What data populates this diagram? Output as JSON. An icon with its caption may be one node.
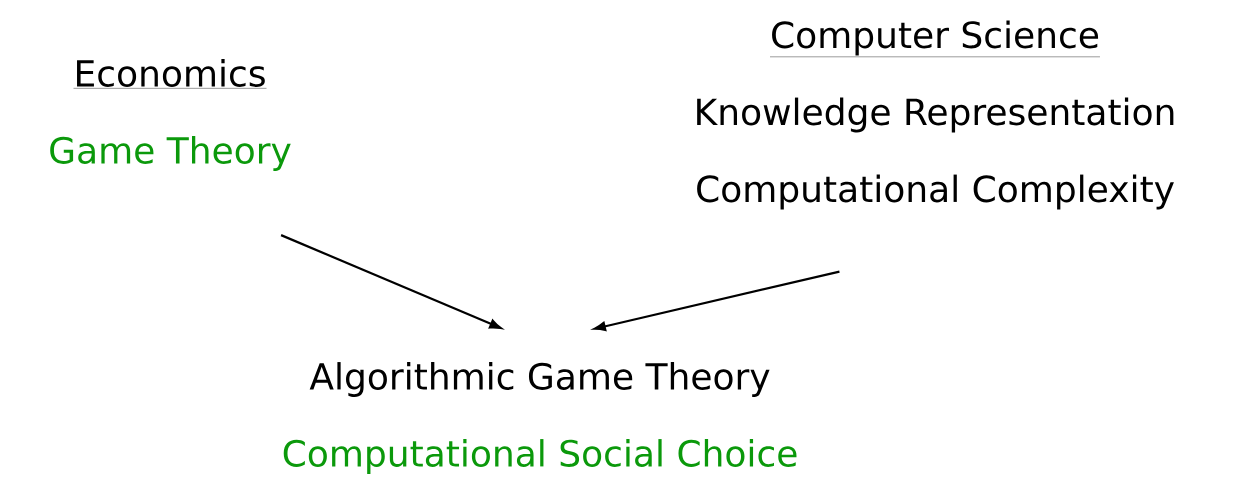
{
  "diagram": {
    "nodes": [
      {
        "text": [
          "Economics",
          "Game Theory"
        ]
      },
      {
        "text": [
          "Computer Science",
          "Knowledge Representation",
          "Computational Complexity"
        ]
      },
      {
        "text": [
          "Algorithmic Game Theory",
          "Computational Social Choice"
        ]
      }
    ],
    "edges": [
      {
        "from": 0,
        "to": 2,
        "arrow": "to"
      },
      {
        "from": 1,
        "to": 2,
        "arrow": "to"
      }
    ]
  }
}
